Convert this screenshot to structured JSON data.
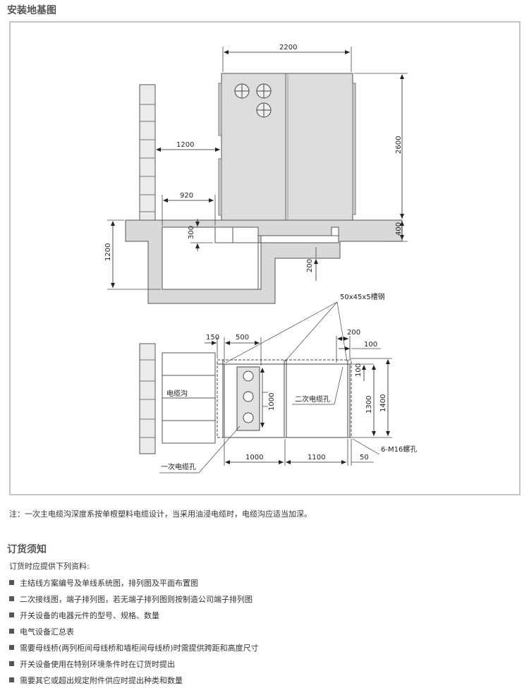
{
  "section1_title": "安装地基图",
  "diagram": {
    "dim_2200": "2200",
    "dim_2600": "2600",
    "dim_1200_top": "1200",
    "dim_920": "920",
    "dim_300": "300",
    "dim_400": "400",
    "dim_1200_left": "1200",
    "dim_200_vert": "200",
    "label_channel_steel": "50x45x5槽钢",
    "dim_150": "150",
    "dim_500": "500",
    "dim_200_top": "200",
    "dim_100_h": "100",
    "dim_100_v": "100",
    "dim_1300": "1300",
    "dim_1400": "1400",
    "dim_1000_v": "1000",
    "label_cable_trench": "电缆沟",
    "label_secondary_hole": "二次电缆孔",
    "label_primary_hole": "一次电缆孔",
    "label_bolt_holes": "6-M16螺孔",
    "dim_1000_h": "1000",
    "dim_1100": "1100",
    "dim_50": "50"
  },
  "note": "注：一次主电缆沟深度系按单根塑料电缆设计，当采用油浸电缆时，电缆沟应适当加深。",
  "section2_title": "订货须知",
  "intro": "订货时应提供下列资料:",
  "requirements": [
    "主结线方案编号及单线系统图，排列图及平面布置图",
    "二次接线图，端子排列图，若无端子排列图则按制造公司端子排列图",
    "开关设备的电器元件的型号、规格、数量",
    "电气设备汇总表",
    "需要母线桥(两列柜间母线桥和墙柜间母线桥)时需提供跨距和高度尺寸",
    "开关设备使用在特别环境条件时在订货时提出",
    "需要其它或超出规定附件供应时提出种类和数量"
  ]
}
